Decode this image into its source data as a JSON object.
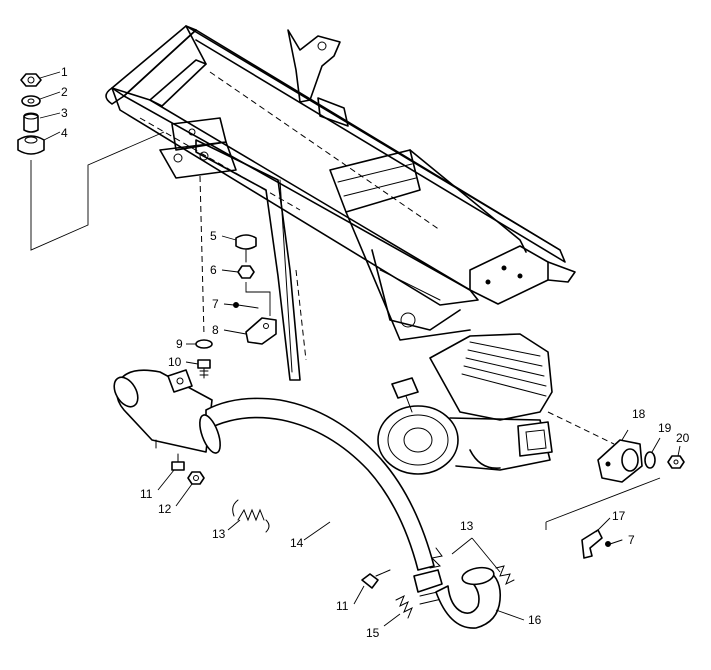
{
  "callouts": {
    "c1": "1",
    "c2": "2",
    "c3": "3",
    "c4": "4",
    "c5": "5",
    "c6": "6",
    "c7a": "7",
    "c8": "8",
    "c9": "9",
    "c10": "10",
    "c11a": "11",
    "c12": "12",
    "c13a": "13",
    "c14": "14",
    "c11b": "11",
    "c15": "15",
    "c13b": "13",
    "c16": "16",
    "c17": "17",
    "c7b": "7",
    "c18": "18",
    "c19": "19",
    "c20": "20"
  }
}
